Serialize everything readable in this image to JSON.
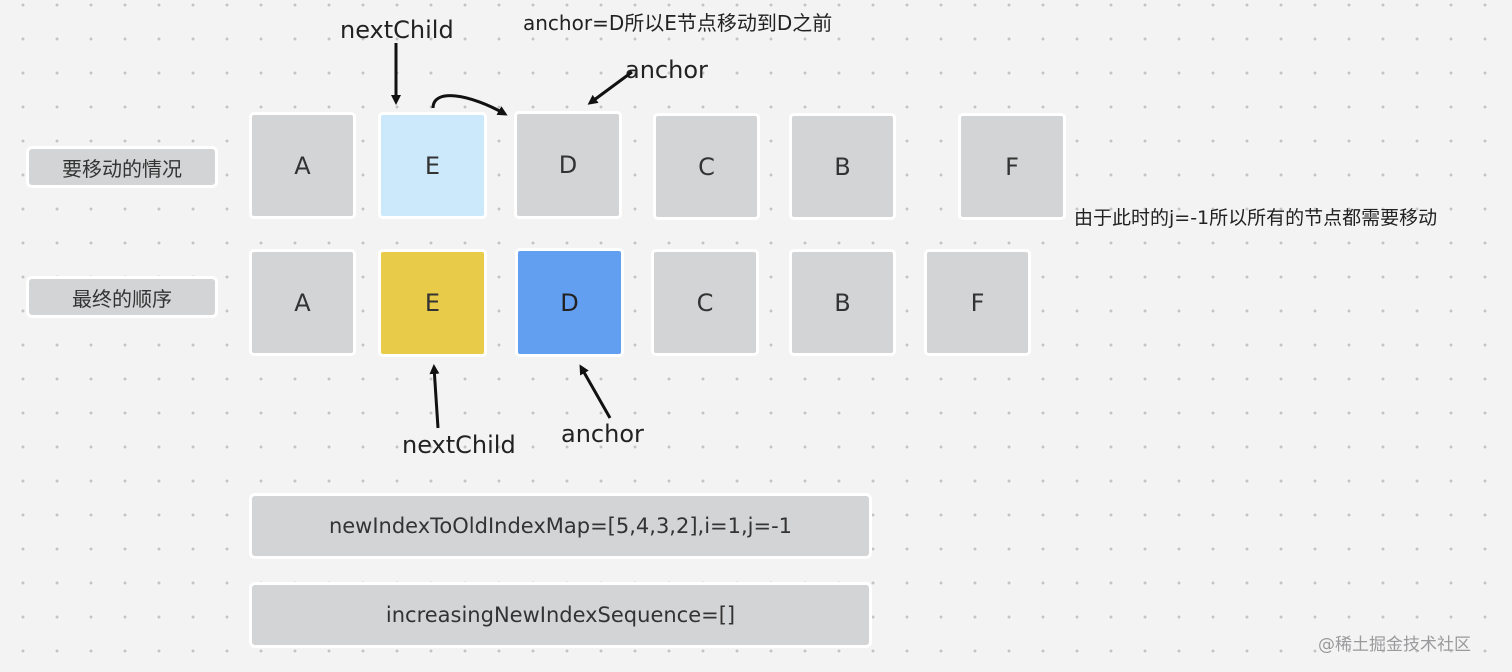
{
  "annotations": {
    "next_child_top": "nextChild",
    "anchor_note": "anchor=D所以E节点移动到D之前",
    "anchor_top": "anchor",
    "side_note": "由于此时的j=-1所以所有的节点都需要移动",
    "next_child_bottom": "nextChild",
    "anchor_bottom": "anchor"
  },
  "row_labels": {
    "top": "要移动的情况",
    "bottom": "最终的顺序"
  },
  "top_row": [
    "A",
    "E",
    "D",
    "C",
    "B",
    "F"
  ],
  "bottom_row": [
    "A",
    "E",
    "D",
    "C",
    "B",
    "F"
  ],
  "info": {
    "map": "newIndexToOldIndexMap=[5,4,3,2],i=1,j=-1",
    "sequence": "increasingNewIndexSequence=[]"
  },
  "watermark": "@稀土掘金技术社区",
  "colors": {
    "node_gray": "#d3d4d5",
    "e_light_blue": "#cce9fb",
    "e_yellow": "#e8cc49",
    "d_blue": "#629ff0"
  }
}
